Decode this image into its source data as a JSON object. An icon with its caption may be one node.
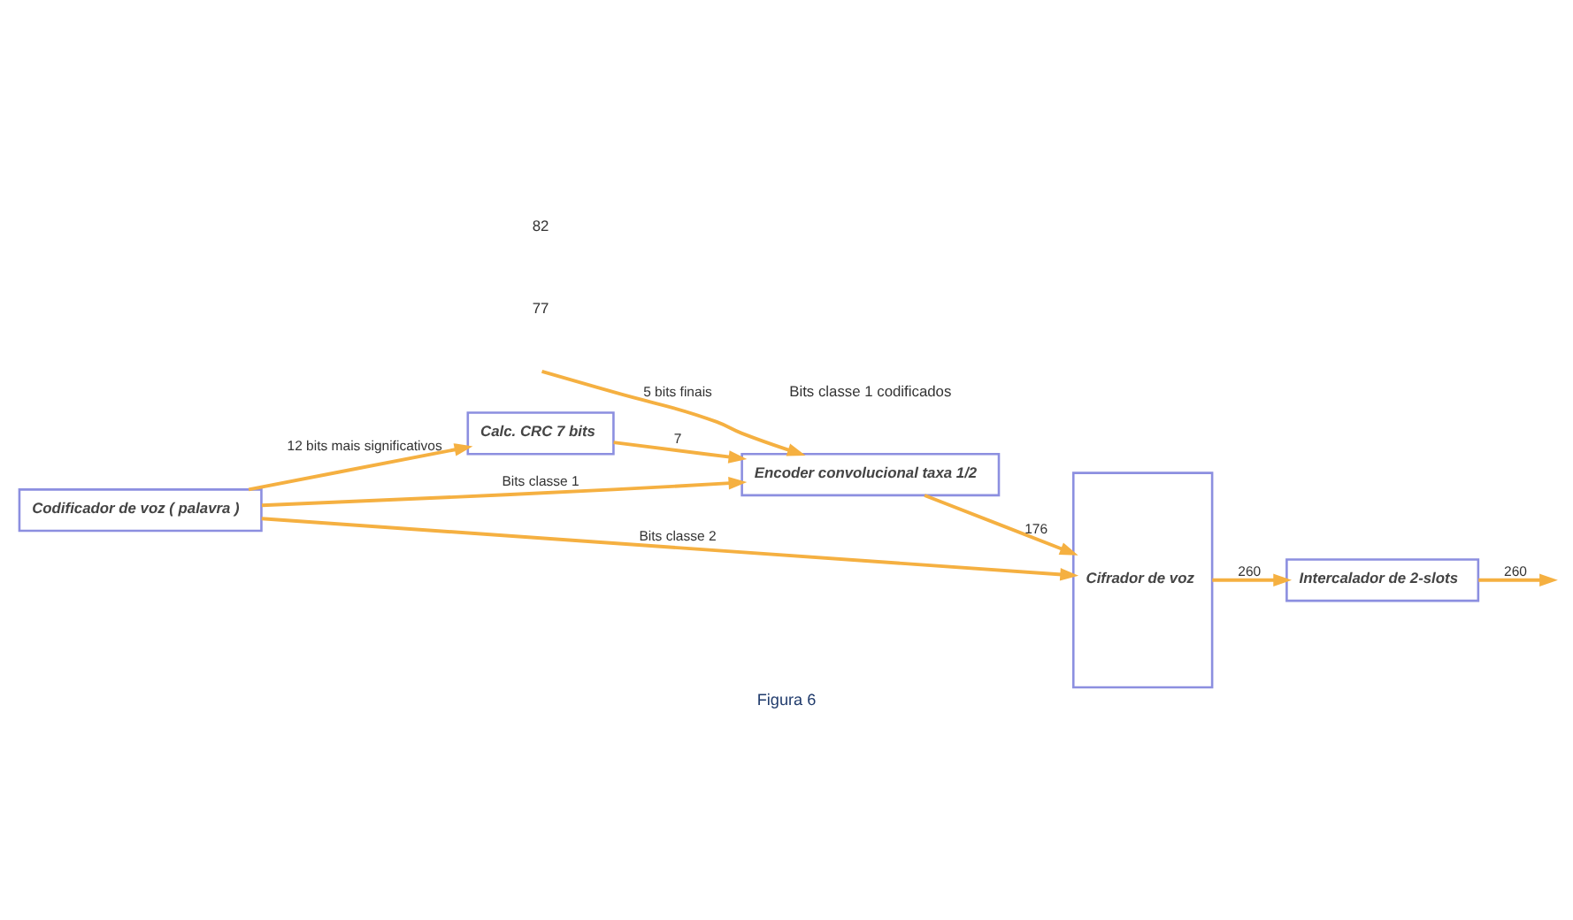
{
  "diagram": {
    "caption": "Figura 6",
    "nodes": [
      {
        "text": [
          "Codificador de voz ( palavra )"
        ]
      },
      {
        "text": [
          "Calc. CRC 7 bits"
        ]
      },
      {
        "text": [
          "Encoder convolucional taxa 1/2"
        ]
      },
      {
        "text": [
          "Cifrador de voz"
        ]
      },
      {
        "text": [
          "Intercalador de 2-slots"
        ]
      }
    ],
    "edges": [
      {
        "from": 0,
        "to": 1,
        "arrow": "to",
        "label": "12 bits mais significativos"
      },
      {
        "from": 1,
        "to": 2,
        "arrow": "to",
        "label": "7"
      },
      {
        "from": 0,
        "to": 2,
        "arrow": "to",
        "label": "Bits classe 1"
      },
      {
        "from": null,
        "to": 2,
        "arrow": "to",
        "label": "5 bits finais"
      },
      {
        "from": 2,
        "to": 3,
        "arrow": "to",
        "label": "176"
      },
      {
        "from": 0,
        "to": 3,
        "arrow": "to",
        "label": "Bits classe 2"
      },
      {
        "from": 3,
        "to": 4,
        "arrow": "to",
        "label": "260"
      },
      {
        "from": 4,
        "to": null,
        "arrow": "to",
        "label": "260"
      }
    ],
    "labels": [
      "Bits classe 1 codificados",
      "77",
      "82"
    ]
  }
}
